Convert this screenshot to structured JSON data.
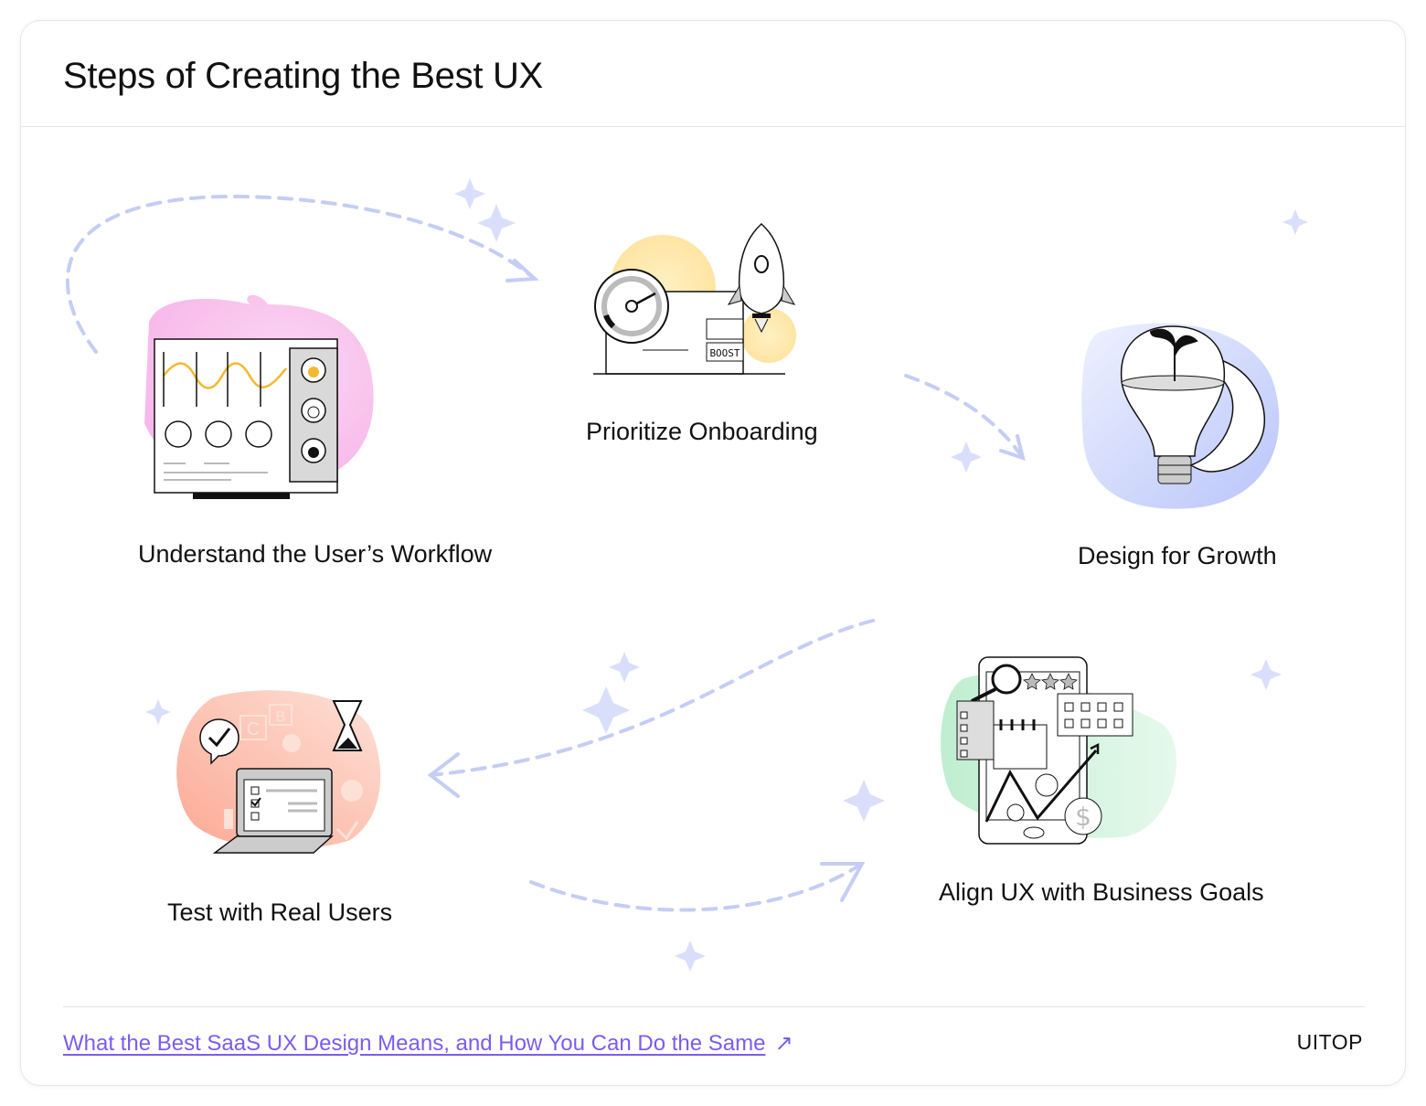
{
  "header": {
    "title": "Steps of Creating the Best UX"
  },
  "steps": [
    {
      "id": "workflow",
      "label": "Understand the User’s Workflow"
    },
    {
      "id": "onboarding",
      "label": "Prioritize Onboarding"
    },
    {
      "id": "growth",
      "label": "Design for Growth"
    },
    {
      "id": "business",
      "label": "Align UX with Business Goals"
    },
    {
      "id": "testing",
      "label": "Test with Real Users"
    }
  ],
  "illustrations": {
    "onboarding_badge": "BOOST",
    "testing_tiles": [
      "C",
      "B"
    ],
    "business_currency": "$"
  },
  "footer": {
    "link_text": "What the Best SaaS UX Design Means, and How You Can Do the Same",
    "link_arrow": "↗",
    "brand": "UITOP"
  },
  "colors": {
    "accent_link": "#7b5cf0",
    "dashed_arrow": "#c5cdf5",
    "sparkle": "#d9dffb",
    "blob_pink": "#f9c6ef",
    "blob_yellow": "#fde7a6",
    "blob_blue": "#cdd6fb",
    "blob_green": "#c8f0d6",
    "blob_salmon": "#fcb9a6"
  }
}
